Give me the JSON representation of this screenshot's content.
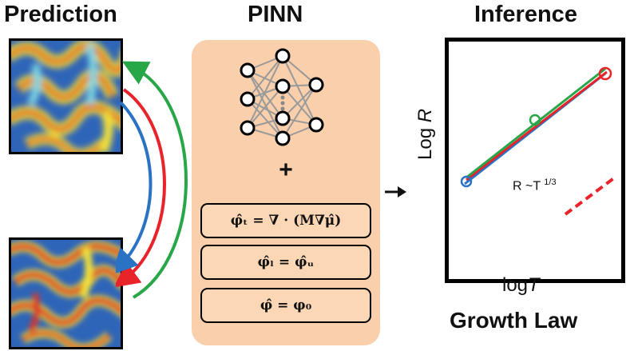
{
  "titles": {
    "prediction": "Prediction",
    "pinn": "PINN",
    "inference": "Inference",
    "growth_law": "Growth Law"
  },
  "equations": {
    "pde": "φ̂ₜ = ∇ · (M∇μ̂)",
    "boundary": "φ̂ₗ = φ̂ᵤ",
    "initial": "φ̂ = φ₀"
  },
  "plus_sign": "+",
  "plot": {
    "y_label_prefix": "Log",
    "y_label_var": "R",
    "x_label_prefix": "log",
    "x_label_var": "T",
    "law_text": "R ~T",
    "law_exponent": "1/3"
  },
  "colors": {
    "red": "#e8232a",
    "green": "#27a748",
    "blue": "#2a72c4",
    "dashed_law": "#e8232a"
  },
  "icons": [
    "neural-network-icon",
    "arrow-right-icon"
  ]
}
